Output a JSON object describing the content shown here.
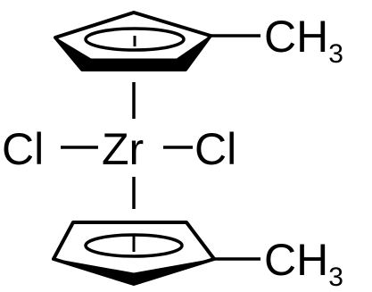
{
  "molecule": {
    "atoms": {
      "metal": "Zr",
      "chlorine_left": "Cl",
      "chlorine_right": "Cl",
      "methyl_top": {
        "carbon": "CH",
        "subscript": "3"
      },
      "methyl_bottom": {
        "carbon": "CH",
        "subscript": "3"
      }
    }
  },
  "colors": {
    "ink": "#000000",
    "background": "#ffffff"
  }
}
